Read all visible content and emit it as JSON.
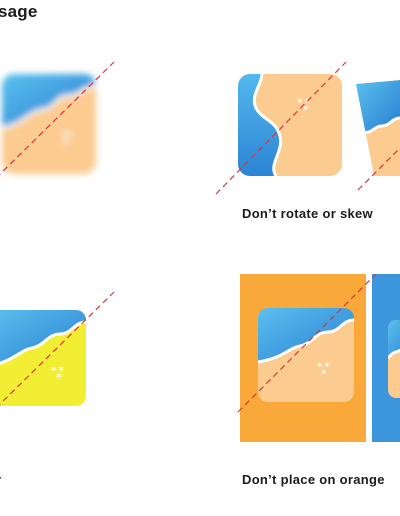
{
  "page": {
    "title": "sage"
  },
  "examples": [
    {
      "id": "blur",
      "caption": ""
    },
    {
      "id": "rotate-skew",
      "caption": "Don’t rotate or skew"
    },
    {
      "id": "yellow",
      "caption": "r"
    },
    {
      "id": "orange-bg",
      "caption": "Don’t place on orange"
    }
  ],
  "colors": {
    "sand": "#FBCB8F",
    "sky_top": "#4FB2EA",
    "sky_bottom": "#2F88D6",
    "wave_white": "#FFFFFF",
    "yellow": "#F2EE33",
    "orange_bg": "#F9A83A",
    "blue_bg": "#3D95DB",
    "strike": "#E0303A"
  },
  "icons": [
    "beach-logo-icon",
    "strike-line-icon",
    "star-icon"
  ]
}
